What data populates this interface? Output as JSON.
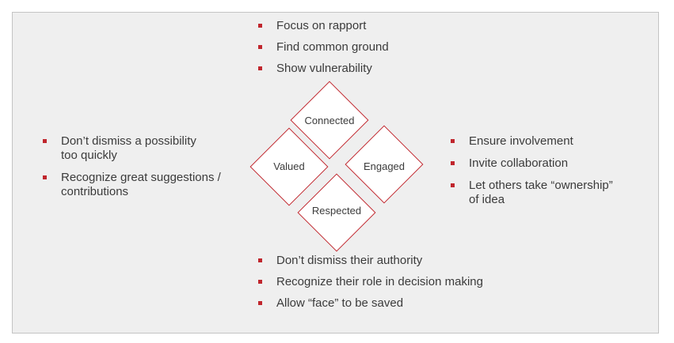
{
  "diagram": {
    "center": {
      "top": "Connected",
      "left": "Valued",
      "right": "Engaged",
      "bottom": "Respected"
    },
    "accent_color": "#c0262d",
    "top_bullets": [
      "Focus on rapport",
      "Find common ground",
      "Show vulnerability"
    ],
    "left_bullets": [
      [
        "Don’t dismiss a possibility",
        "too quickly"
      ],
      [
        "Recognize great suggestions /",
        "contributions"
      ]
    ],
    "right_bullets": [
      [
        "Ensure involvement"
      ],
      [
        "Invite collaboration"
      ],
      [
        "Let others take “ownership”",
        "of idea"
      ]
    ],
    "bottom_bullets": [
      "Don’t dismiss their authority",
      "Recognize their role in decision making",
      "Allow “face” to be saved"
    ]
  }
}
